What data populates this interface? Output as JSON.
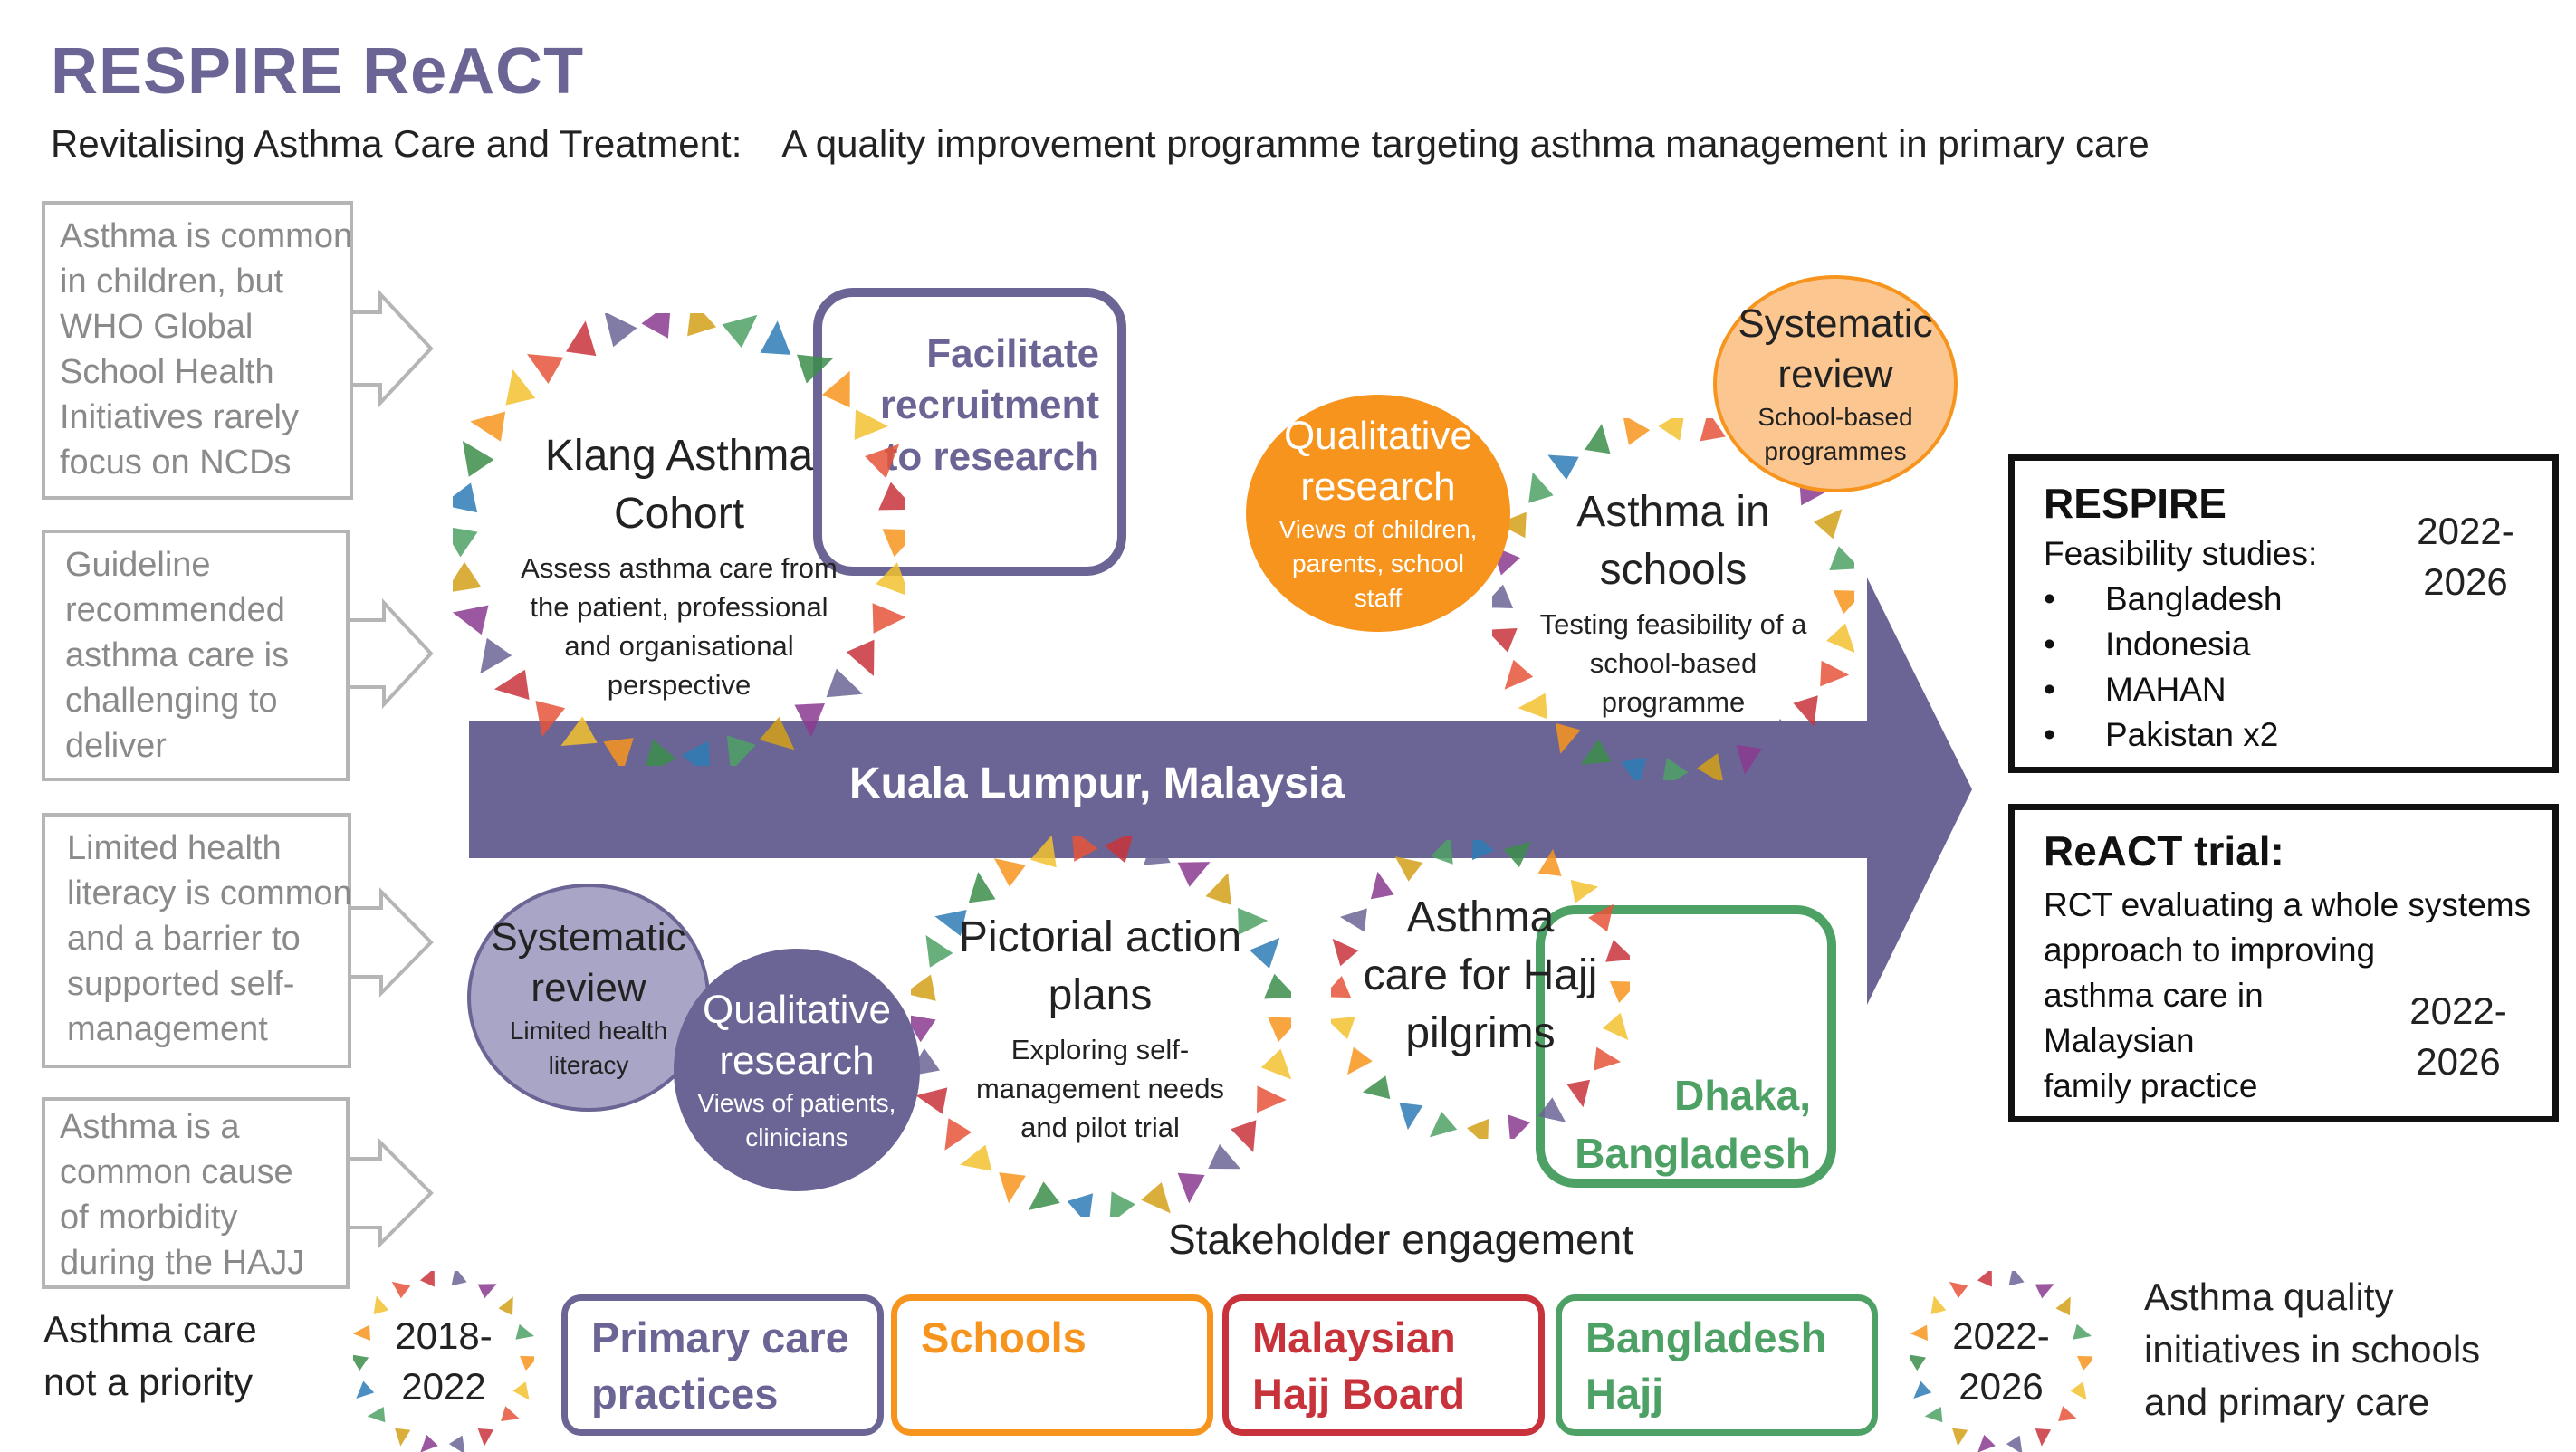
{
  "header": {
    "title": "RESPIRE ReACT",
    "subtitle_left": "Revitalising Asthma Care and Treatment:",
    "subtitle_right": "A quality improvement programme targeting asthma management in primary care"
  },
  "left_notes": [
    {
      "lines": [
        "Asthma is common",
        "in children, but",
        "WHO Global",
        "School Health",
        "Initiatives rarely",
        "focus on NCDs"
      ]
    },
    {
      "lines": [
        "Guideline",
        "recommended",
        "asthma care is",
        "challenging to",
        "deliver"
      ]
    },
    {
      "lines": [
        "Limited health",
        "literacy is common",
        "and a barrier to",
        "supported self-",
        "management"
      ]
    },
    {
      "lines": [
        "Asthma is a",
        "common cause",
        "of morbidity",
        "during the HAJJ"
      ]
    }
  ],
  "not_priority": [
    "Asthma care",
    "not a priority"
  ],
  "main_arrow": {
    "label": "Kuala Lumpur, Malaysia",
    "color": "#6b6595"
  },
  "klang": {
    "title": [
      "Klang Asthma",
      "Cohort"
    ],
    "desc": [
      "Assess asthma care from",
      "the patient, professional",
      "and organisational",
      "perspective"
    ]
  },
  "facilitate": {
    "lines": [
      "Facilitate",
      "recruitment",
      "to research"
    ],
    "color": "#6b6595"
  },
  "qual_schools": {
    "title": [
      "Qualitative",
      "research"
    ],
    "desc": [
      "Views of children,",
      "parents, school",
      "staff"
    ],
    "color": "#f7941d"
  },
  "sys_school": {
    "title": [
      "Systematic",
      "review"
    ],
    "desc": [
      "School-based",
      "programmes"
    ],
    "color": "#fbc690"
  },
  "schools": {
    "title": [
      "Asthma in",
      "schools"
    ],
    "desc": [
      "Testing feasibility of a",
      "school-based",
      "programme"
    ]
  },
  "sys_literacy": {
    "title": [
      "Systematic",
      "review"
    ],
    "desc": [
      "Limited health",
      "literacy"
    ],
    "color": "#a9a5c6"
  },
  "qual_patients": {
    "title": [
      "Qualitative",
      "research"
    ],
    "desc": [
      "Views of patients,",
      "clinicians"
    ],
    "color": "#6b6595"
  },
  "pictorial": {
    "title": [
      "Pictorial action",
      "plans"
    ],
    "desc": [
      "Exploring self-",
      "management needs",
      "and pilot trial"
    ]
  },
  "hajj": {
    "title": [
      "Asthma",
      "care for Hajj",
      "pilgrims"
    ]
  },
  "dhaka": {
    "lines": [
      "Dhaka,",
      "Bangladesh"
    ],
    "color": "#4ea165"
  },
  "respire_box": {
    "title": "RESPIRE",
    "subtitle": "Feasibility studies:",
    "items": [
      "Bangladesh",
      "Indonesia",
      "MAHAN",
      "Pakistan x2"
    ],
    "years": [
      "2022-",
      "2026"
    ]
  },
  "react_box": {
    "title": "ReACT trial:",
    "lines": [
      "RCT evaluating a whole systems",
      "approach to improving",
      "asthma care in",
      "Malaysian",
      "family practice"
    ],
    "years": [
      "2022-",
      "2026"
    ]
  },
  "stakeholder": {
    "title": "Stakeholder engagement",
    "boxes": [
      {
        "lines": [
          "Primary care",
          "practices"
        ],
        "color": "#6b6595"
      },
      {
        "lines": [
          "Schools"
        ],
        "color": "#f7941d"
      },
      {
        "lines": [
          "Malaysian",
          "Hajj Board"
        ],
        "color": "#c8323a"
      },
      {
        "lines": [
          "Bangladesh",
          "Hajj"
        ],
        "color": "#4ea165"
      }
    ]
  },
  "bottom_left_years": [
    "2018-",
    "2022"
  ],
  "bottom_right_years": [
    "2022-",
    "2026"
  ],
  "bottom_right_text": [
    "Asthma quality",
    "initiatives in schools",
    "and primary care"
  ]
}
